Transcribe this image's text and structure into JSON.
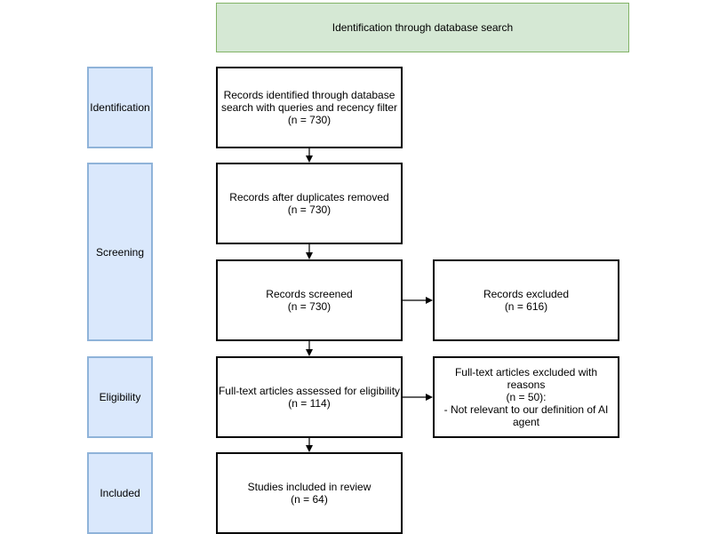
{
  "header": {
    "title": "Identification through database search"
  },
  "phases": {
    "identification": "Identification",
    "screening": "Screening",
    "eligibility": "Eligibility",
    "included": "Included"
  },
  "flow": {
    "identified": {
      "line1": "Records identified through database",
      "line2": "search with queries and recency filter",
      "count": "(n = 730)"
    },
    "deduplicated": {
      "line1": "Records after duplicates removed",
      "count": "(n = 730)"
    },
    "screened": {
      "line1": "Records screened",
      "count": "(n = 730)"
    },
    "excluded": {
      "line1": "Records excluded",
      "count": "(n = 616)"
    },
    "assessed": {
      "line1": "Full-text articles assessed for eligibility",
      "count": "(n = 114)"
    },
    "fulltext_excluded": {
      "line1": "Full-text articles excluded with reasons",
      "count": "(n = 50):",
      "reason_line1": "- Not relevant to our definition of AI",
      "reason_line2": "agent"
    },
    "included": {
      "line1": "Studies included in review",
      "count": "(n = 64)"
    }
  }
}
